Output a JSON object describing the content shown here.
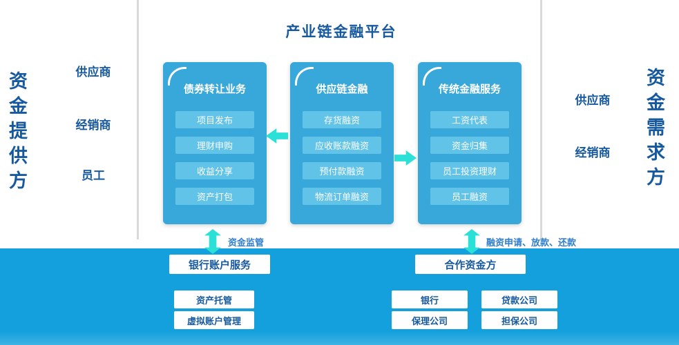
{
  "left_panel": {
    "vertical_title": "资金提供方",
    "roles": [
      "供应商",
      "经销商",
      "员工"
    ]
  },
  "platform": {
    "title": "产业链金融平台",
    "cards": [
      {
        "title": "债券转让业务",
        "items": [
          "项目发布",
          "理财申购",
          "收益分享",
          "资产打包"
        ]
      },
      {
        "title": "供应链金融",
        "items": [
          "存货融资",
          "应收账款融资",
          "预付款融资",
          "物流订单融资"
        ]
      },
      {
        "title": "传统金融服务",
        "items": [
          "工资代表",
          "资金归集",
          "员工投资理财",
          "员工融资"
        ]
      }
    ]
  },
  "right_panel": {
    "vertical_title": "资金需求方",
    "roles": [
      "供应商",
      "经销商"
    ]
  },
  "bottom": {
    "bank_account": {
      "arrow_label": "资金监管",
      "title": "银行账户服务",
      "items": [
        "资产托管",
        "虚拟账户管理"
      ]
    },
    "partners": {
      "arrow_label": "融资申请、放款、还款",
      "title": "合作资金方",
      "items": [
        "银行",
        "贷款公司",
        "保理公司",
        "担保公司"
      ]
    }
  },
  "colors": {
    "card_blue": "#38a7da",
    "item_blue": "#61c3e8",
    "bar_blue": "#14a0dc",
    "arrow_cyan": "#2be0d6",
    "text_blue": "#17599f"
  }
}
